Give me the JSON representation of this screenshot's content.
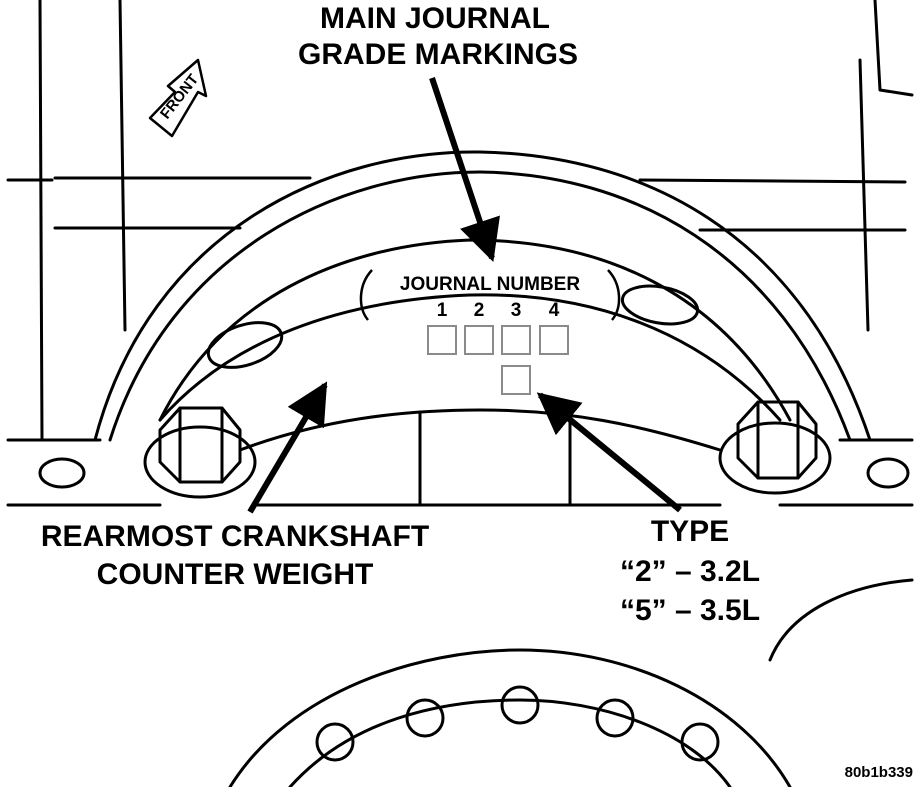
{
  "labels": {
    "main_line1": "MAIN JOURNAL",
    "main_line2": "GRADE MARKINGS",
    "journal_number": "JOURNAL  NUMBER",
    "journal_digits": [
      "1",
      "2",
      "3",
      "4"
    ],
    "rear_line1": "REARMOST CRANKSHAFT",
    "rear_line2": "COUNTER WEIGHT",
    "type_title": "TYPE",
    "type_line2": "“2” – 3.2L",
    "type_line3": "“5” – 3.5L",
    "front": "FRONT",
    "figure_id": "80b1b339"
  },
  "colors": {
    "ink": "#000000",
    "paper": "#ffffff",
    "box": "#8a8a8a"
  },
  "icons": {
    "front_arrow": "front-arrow-icon",
    "callout_arrow": "callout-arrow-icon"
  }
}
